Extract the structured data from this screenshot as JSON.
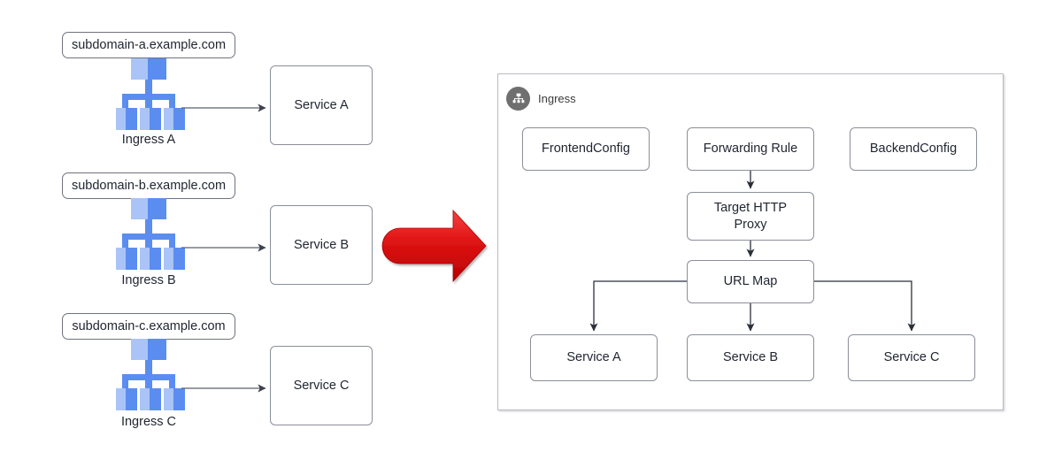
{
  "diagram": {
    "title": "Ingress consolidation diagram",
    "colors": {
      "icon_light_blue": "#aac4f7",
      "icon_medium_blue": "#5b8df0",
      "arrow_red_light": "#f03c3c",
      "arrow_red_dark": "#c00000",
      "box_border": "#8b8f99",
      "connector": "#2b2f3a",
      "panel_border": "#b9bcc2",
      "badge_gray": "#6f6f6f"
    }
  },
  "left": {
    "groups": [
      {
        "host_label": "subdomain-a.example.com",
        "ingress_caption": "Ingress A",
        "service_label": "Service A",
        "icon_name": "ingress-tree-icon"
      },
      {
        "host_label": "subdomain-b.example.com",
        "ingress_caption": "Ingress B",
        "service_label": "Service B",
        "icon_name": "ingress-tree-icon"
      },
      {
        "host_label": "subdomain-c.example.com",
        "ingress_caption": "Ingress C",
        "service_label": "Service C",
        "icon_name": "ingress-tree-icon"
      }
    ]
  },
  "transform_arrow": {
    "icon_name": "red-right-arrow",
    "direction": "right"
  },
  "right": {
    "panel_header": {
      "label": "Ingress",
      "icon_name": "ingress-badge-icon"
    },
    "nodes": {
      "frontend_config": "FrontendConfig",
      "forwarding_rule": "Forwarding Rule",
      "backend_config": "BackendConfig",
      "target_http_proxy": "Target HTTP\nProxy",
      "target_http_proxy_line1": "Target HTTP",
      "target_http_proxy_line2": "Proxy",
      "url_map": "URL Map",
      "service_a": "Service A",
      "service_b": "Service B",
      "service_c": "Service C"
    }
  }
}
